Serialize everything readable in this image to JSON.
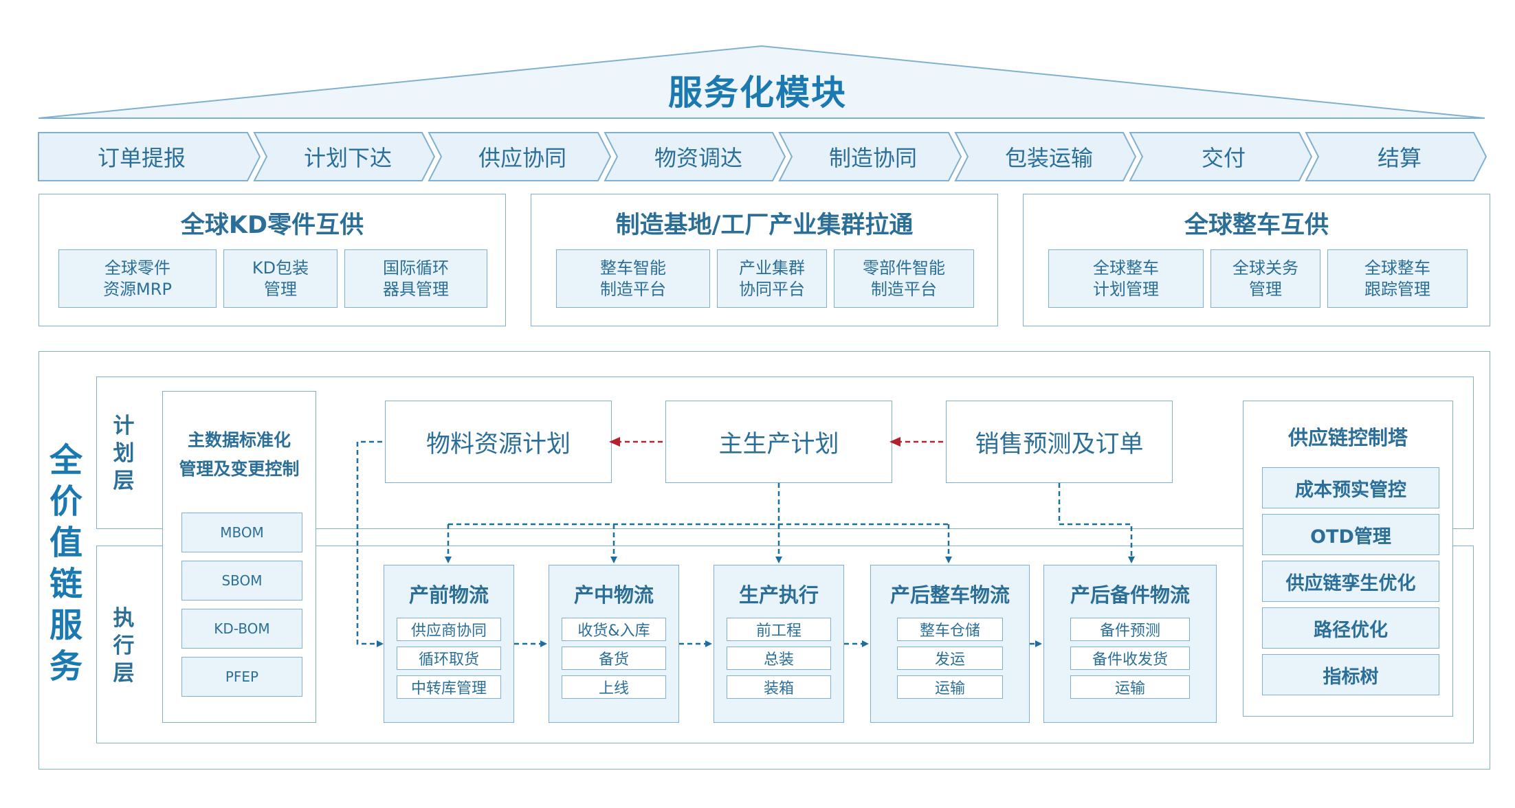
{
  "roof": {
    "title": "服务化模块"
  },
  "process_steps": [
    "订单提报",
    "计划下达",
    "供应协同",
    "物资调达",
    "制造协同",
    "包装运输",
    "交付",
    "结算"
  ],
  "modules": [
    {
      "title": "全球KD零件互供",
      "items": [
        "全球零件\n资源MRP",
        "KD包装\n管理",
        "国际循环\n器具管理"
      ]
    },
    {
      "title": "制造基地/工厂产业集群拉通",
      "items": [
        "整车智能\n制造平台",
        "产业集群\n协同平台",
        "零部件智能\n制造平台"
      ]
    },
    {
      "title": "全球整车互供",
      "items": [
        "全球整车\n计划管理",
        "全球关务\n管理",
        "全球整车\n跟踪管理"
      ]
    }
  ],
  "value_chain": {
    "side_label": "全价值链服务",
    "plan_layer_label": "计划层",
    "exec_layer_label": "执行层",
    "master_data": {
      "title": "主数据标准化\n管理及变更控制",
      "items": [
        "MBOM",
        "SBOM",
        "KD-BOM",
        "PFEP"
      ]
    },
    "plans": [
      "物料资源计划",
      "主生产计划",
      "销售预测及订单"
    ],
    "exec_blocks": [
      {
        "title": "产前物流",
        "items": [
          "供应商协同",
          "循环取货",
          "中转库管理"
        ]
      },
      {
        "title": "产中物流",
        "items": [
          "收货&入库",
          "备货",
          "上线"
        ]
      },
      {
        "title": "生产执行",
        "items": [
          "前工程",
          "总装",
          "装箱"
        ]
      },
      {
        "title": "产后整车物流",
        "items": [
          "整车仓储",
          "发运",
          "运输"
        ]
      },
      {
        "title": "产后备件物流",
        "items": [
          "备件预测",
          "备件收发货",
          "运输"
        ]
      }
    ],
    "control_tower": {
      "title": "供应链控制塔",
      "items": [
        "成本预实管控",
        "OTD管理",
        "供应链孪生优化",
        "路径优化",
        "指标树"
      ]
    }
  },
  "colors": {
    "accent": "#1b79b2",
    "text": "#2b6f98",
    "border": "#7fb0cf",
    "fill": "#e9f3fa",
    "dashed_arrow": "#1b6f9e",
    "red_arrow": "#b3232f"
  }
}
